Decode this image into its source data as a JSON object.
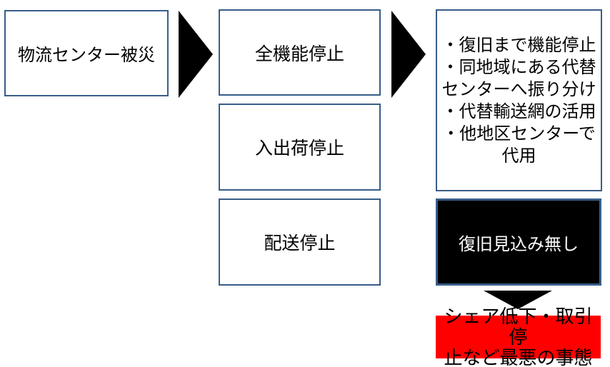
{
  "diagram": {
    "title_implied": "物流センター被災時のフロー",
    "left_box": {
      "label": "物流センター被災"
    },
    "middle_boxes": [
      {
        "label": "全機能停止"
      },
      {
        "label": "入出荷停止"
      },
      {
        "label": "配送停止"
      }
    ],
    "right_top_box": {
      "lines": [
        "・復旧まで機能停止",
        "・同地域にある代替",
        "センターへ振り分け",
        "・代替輸送網の活用",
        "・他地区センターで",
        "代用"
      ]
    },
    "black_box": {
      "label": "復旧見込み無し"
    },
    "red_box": {
      "lines": [
        "シェア低下・取引停",
        "止など最悪の事態"
      ]
    },
    "icons": {
      "arrow_right_1": "right-arrow-icon",
      "arrow_right_2": "right-arrow-icon",
      "arrow_down": "down-arrow-icon"
    },
    "colors": {
      "box_border_blue": "#385D8A",
      "arrow_black": "#000000",
      "black_box_bg": "#000000",
      "black_box_text": "#FFFFFF",
      "alert_red_bg": "#FF0000",
      "alert_red_text": "#000000",
      "background": "#FFFFFF",
      "text": "#000000"
    }
  }
}
